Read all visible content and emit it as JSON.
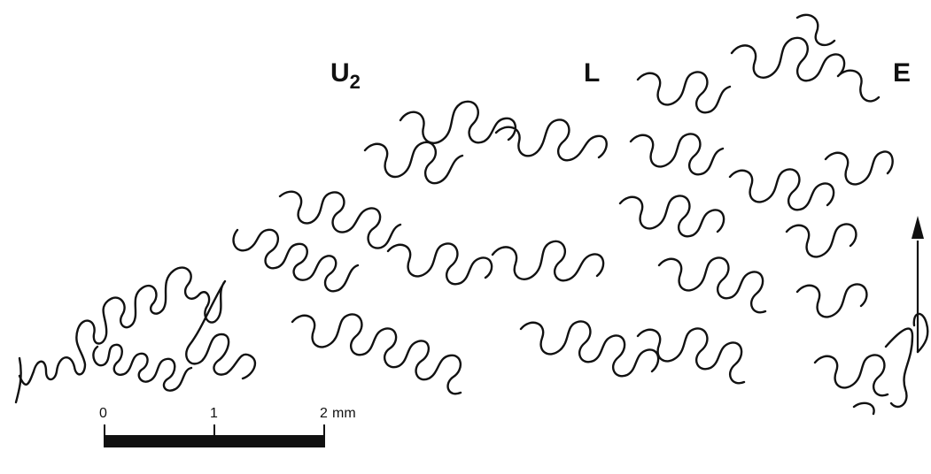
{
  "lobe_labels": {
    "u2_main": "U",
    "u2_sub": "2",
    "l": "L",
    "e": "E"
  },
  "scale_bar": {
    "tick_0": "0",
    "tick_1": "1",
    "tick_2": "2",
    "unit": "mm"
  },
  "colors": {
    "line": "#111111",
    "background": "#ffffff"
  }
}
